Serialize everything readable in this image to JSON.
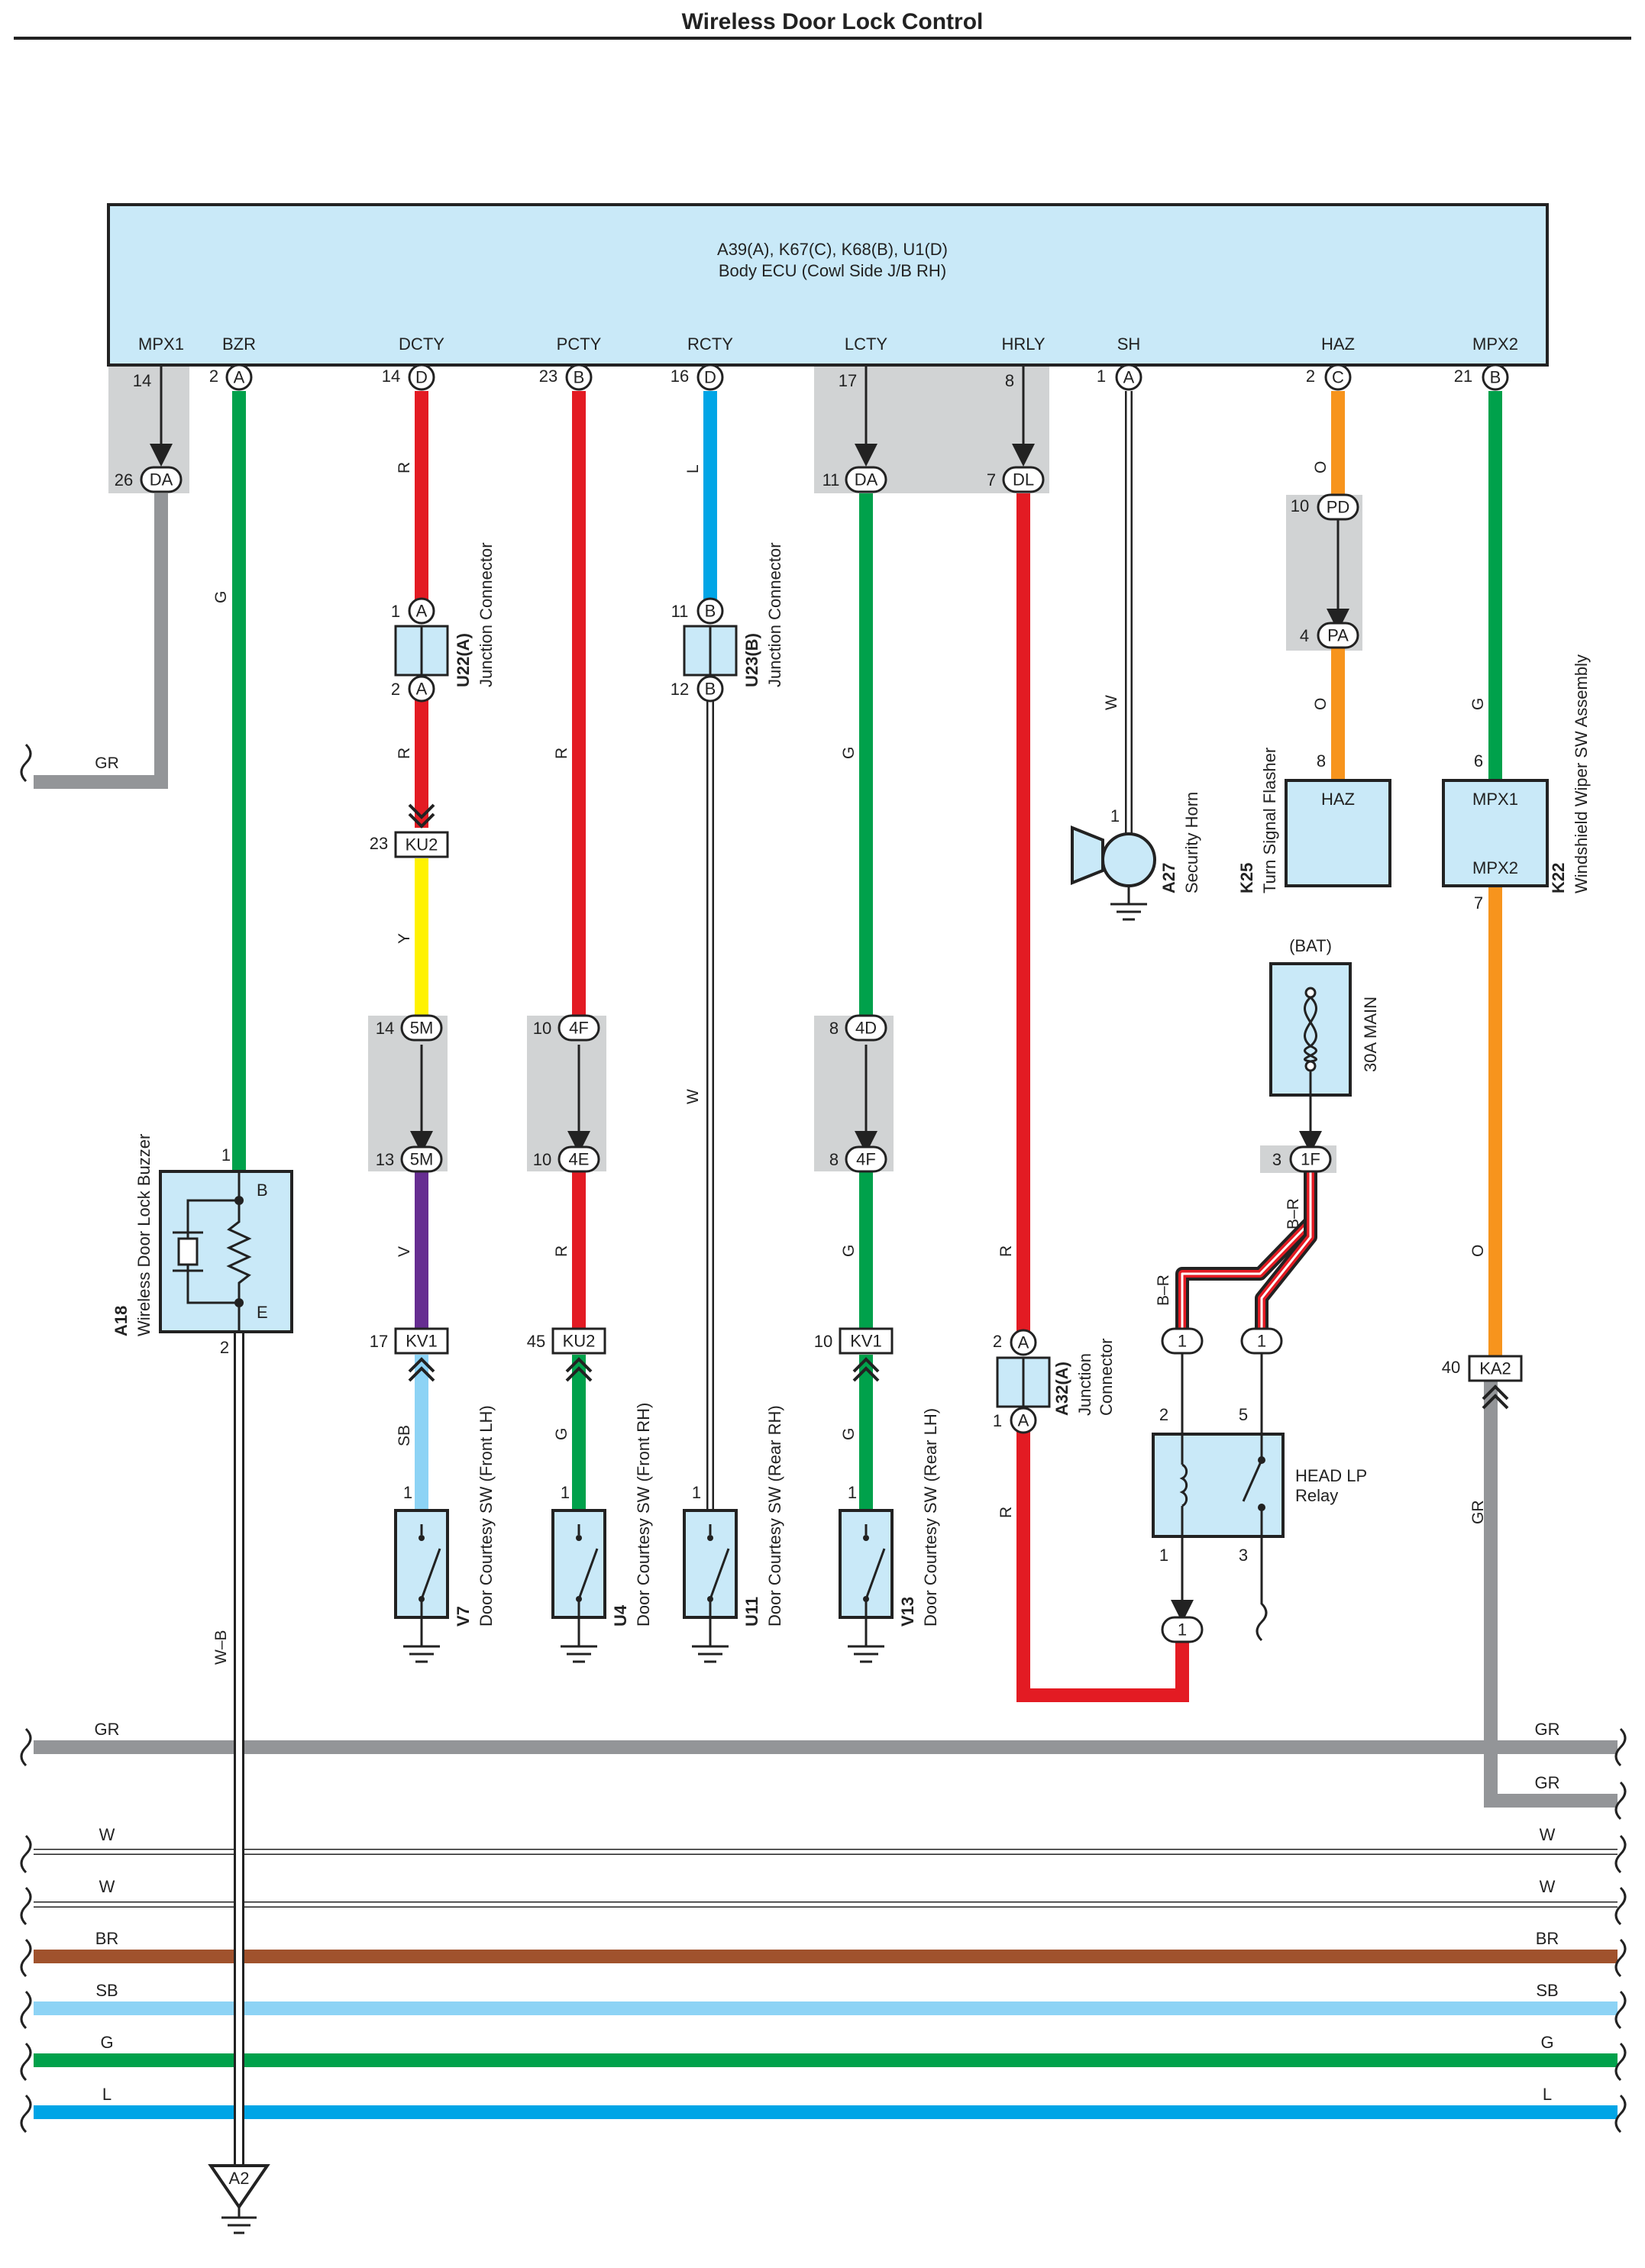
{
  "title": "Wireless Door Lock Control",
  "ecu": {
    "codes": "A39(A), K67(C), K68(B), U1(D)",
    "name": "Body ECU (Cowl Side J/B RH)",
    "terminals": [
      {
        "name": "MPX1",
        "pin": "14",
        "conn": ""
      },
      {
        "name": "BZR",
        "pin": "2",
        "conn": "A"
      },
      {
        "name": "DCTY",
        "pin": "14",
        "conn": "D"
      },
      {
        "name": "PCTY",
        "pin": "23",
        "conn": "B"
      },
      {
        "name": "RCTY",
        "pin": "16",
        "conn": "D"
      },
      {
        "name": "LCTY",
        "pin": "17",
        "conn": ""
      },
      {
        "name": "HRLY",
        "pin": "8",
        "conn": ""
      },
      {
        "name": "SH",
        "pin": "1",
        "conn": "A"
      },
      {
        "name": "HAZ",
        "pin": "2",
        "conn": "C"
      },
      {
        "name": "MPX2",
        "pin": "21",
        "conn": "B"
      }
    ]
  },
  "colors": {
    "R": "#e31b23",
    "G": "#00a14b",
    "L": "#00a5e6",
    "O": "#f7941d",
    "Y": "#fff200",
    "V": "#662d91",
    "SB": "#8dd3f5",
    "GR": "#939598",
    "BR": "#a0522d",
    "W": "#ffffff",
    "ecu_fill": "#c9e9f8",
    "gray_zone": "#d1d3d4"
  },
  "connectors": {
    "DA_26": {
      "pin": "26",
      "code": "DA"
    },
    "DA_11": {
      "pin": "11",
      "code": "DA"
    },
    "DL_7": {
      "pin": "7",
      "code": "DL"
    },
    "U22_1": {
      "pin": "1",
      "code": "A"
    },
    "U22_2": {
      "pin": "2",
      "code": "A"
    },
    "U23_11": {
      "pin": "11",
      "code": "B"
    },
    "U23_12": {
      "pin": "12",
      "code": "B"
    },
    "KU2_23": {
      "pin": "23",
      "code": "KU2"
    },
    "M5_14": {
      "pin": "14",
      "code": "5M"
    },
    "M5_13": {
      "pin": "13",
      "code": "5M"
    },
    "F4_10": {
      "pin": "10",
      "code": "4F"
    },
    "E4_10": {
      "pin": "10",
      "code": "4E"
    },
    "D4_8": {
      "pin": "8",
      "code": "4D"
    },
    "F4_8": {
      "pin": "8",
      "code": "4F"
    },
    "KV1_17": {
      "pin": "17",
      "code": "KV1"
    },
    "KU2_45": {
      "pin": "45",
      "code": "KU2"
    },
    "KV1_10": {
      "pin": "10",
      "code": "KV1"
    },
    "PD_10": {
      "pin": "10",
      "code": "PD"
    },
    "PA_4": {
      "pin": "4",
      "code": "PA"
    },
    "A32_2": {
      "pin": "2",
      "code": "A"
    },
    "A32_1": {
      "pin": "1",
      "code": "A"
    },
    "F1_3": {
      "pin": "3",
      "code": "1F"
    },
    "KA2_40": {
      "pin": "40",
      "code": "KA2"
    },
    "R1a": {
      "code": "1"
    },
    "R1b": {
      "code": "1"
    },
    "R1c": {
      "code": "1"
    },
    "A2": {
      "code": "A2"
    }
  },
  "components": {
    "U22": {
      "code": "U22(A)",
      "name": "Junction Connector"
    },
    "U23": {
      "code": "U23(B)",
      "name": "Junction Connector"
    },
    "A32": {
      "code": "A32(A)",
      "name1": "Junction",
      "name2": "Connector"
    },
    "A18": {
      "code": "A18",
      "name": "Wireless Door Lock Buzzer",
      "pin_top": "1",
      "pin_bottom": "2",
      "term_b": "B",
      "term_e": "E"
    },
    "A27": {
      "code": "A27",
      "name": "Security Horn",
      "pin": "1"
    },
    "K25": {
      "code": "K25",
      "name": "Turn Signal Flasher",
      "label": "HAZ",
      "pin": "8"
    },
    "K22": {
      "code": "K22",
      "name": "Windshield Wiper SW Assembly",
      "label1": "MPX1",
      "label2": "MPX2",
      "pin_top": "6",
      "pin_bottom": "7"
    },
    "V7": {
      "code": "V7",
      "name": "Door Courtesy SW (Front LH)",
      "pin": "1"
    },
    "U4": {
      "code": "U4",
      "name": "Door Courtesy SW (Front RH)",
      "pin": "1"
    },
    "U11": {
      "code": "U11",
      "name": "Door Courtesy SW (Rear RH)",
      "pin": "1"
    },
    "V13": {
      "code": "V13",
      "name": "Door Courtesy SW (Rear LH)",
      "pin": "1"
    },
    "relay": {
      "name1": "HEAD LP",
      "name2": "Relay",
      "pin2": "2",
      "pin5": "5",
      "pin1": "1",
      "pin3": "3"
    },
    "fuse": {
      "supply": "(BAT)",
      "name": "30A MAIN"
    }
  },
  "wire_labels": {
    "gr_top": "GR",
    "g_bzr": "G",
    "r_dcty1": "R",
    "r_dcty2": "R",
    "y_dcty": "Y",
    "v_dcty": "V",
    "sb_dcty": "SB",
    "r_pcty1": "R",
    "r_pcty2": "R",
    "g_pcty": "G",
    "l_rcty": "L",
    "w_rcty": "W",
    "g_lcty1": "G",
    "g_lcty2": "G",
    "g_lcty3": "G",
    "r_hrly1": "R",
    "r_hrly2": "R",
    "w_sh": "W",
    "o_haz1": "O",
    "o_haz2": "O",
    "g_mpx2": "G",
    "o_mpx2": "O",
    "gr_mpx2": "GR",
    "wb_buzzer": "W–B",
    "br_relay1": "B–R",
    "br_relay2": "B–R"
  },
  "bus": [
    {
      "label": "GR",
      "color": "GR"
    },
    {
      "label": "GR",
      "color": "GR"
    },
    {
      "label": "W",
      "color": "W"
    },
    {
      "label": "W",
      "color": "W"
    },
    {
      "label": "BR",
      "color": "BR"
    },
    {
      "label": "SB",
      "color": "SB"
    },
    {
      "label": "G",
      "color": "G"
    },
    {
      "label": "L",
      "color": "L"
    }
  ]
}
